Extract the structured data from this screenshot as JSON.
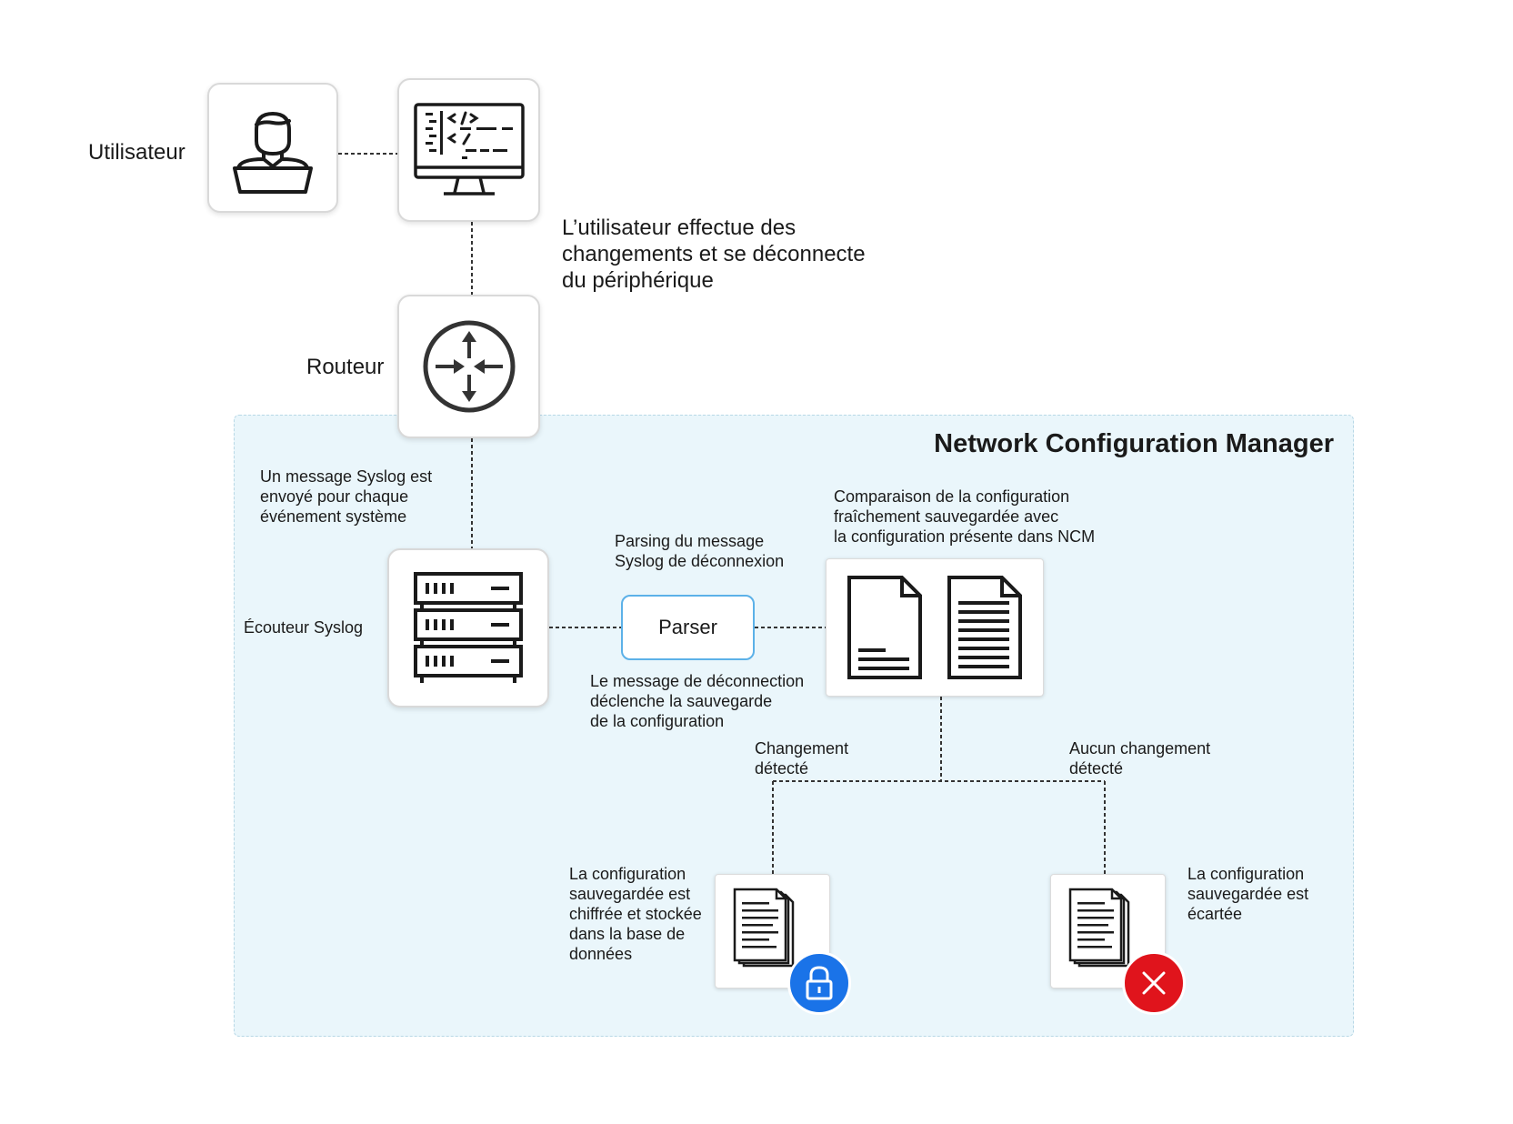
{
  "labels": {
    "user": "Utilisateur",
    "user_action": "L’utilisateur effectue des\nchangements et  se déconnecte\ndu périphérique",
    "router": "Routeur",
    "ncm_title": "Network Configuration Manager",
    "syslog_sent": "Un message Syslog est\nenvoyé pour chaque\névénement système",
    "syslog_listener": "Écouteur Syslog",
    "parsing": "Parsing du message\nSyslog de déconnexion",
    "parser": "Parser",
    "trigger": "Le  message de déconnection\ndéclenche la sauvegarde\nde la configuration",
    "comparison": "Comparaison de la configuration\nfraîchement sauvegardée avec\nla configuration présente dans NCM",
    "change_detected": "Changement\ndétecté",
    "no_change": "Aucun changement\ndétecté",
    "stored": "La configuration\nsauvegardée est\nchiffrée et stockée\ndans la base de\ndonnées",
    "discarded": "La configuration\nsauvegardée est\nécartée"
  },
  "icons": {
    "user": "user-at-laptop-icon",
    "terminal": "code-monitor-icon",
    "router": "router-icon",
    "syslog": "server-rack-icon",
    "compare": "two-documents-icon",
    "stored": "document-stack-icon",
    "discarded": "document-stack-icon",
    "lock": "lock-icon",
    "reject": "close-icon"
  },
  "colors": {
    "ncm_background": "#eaf6fb",
    "parser_border": "#5cb1e8",
    "lock_badge": "#1a73e8",
    "reject_badge": "#e0141c"
  }
}
